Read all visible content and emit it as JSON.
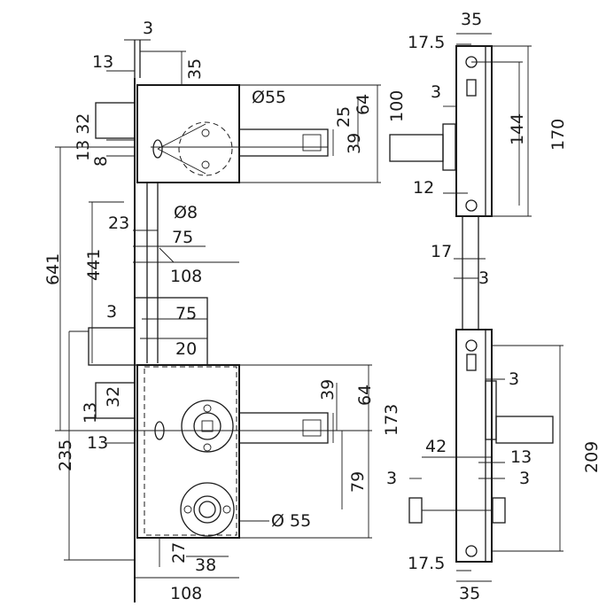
{
  "drawing": {
    "front_view": {
      "dims": {
        "d3_top": "3",
        "d13_top": "13",
        "d35_top": "35",
        "d13_32": "13 32",
        "d8": "8",
        "d641": "641",
        "d441": "441",
        "d23": "23",
        "d75_upper": "75",
        "d108_upper": "108",
        "d55_upper": "Ø55",
        "d8_hole": "Ø8",
        "d25": "25",
        "d64_upper": "64",
        "d100": "100",
        "d39_upper": "39",
        "d3_mid": "3",
        "d75_mid": "75",
        "d20": "20",
        "d13_lower": "13",
        "d32_lower": "32",
        "d13_lower2": "13",
        "d235": "235",
        "d39_lower": "39",
        "d64_lower": "64",
        "d173": "173",
        "d79": "79",
        "d55_lower": "Ø 55",
        "d27": "27",
        "d38": "38",
        "d108_lower": "108"
      }
    },
    "side_view": {
      "dims": {
        "d35_top": "35",
        "d17_5_top": "17.5",
        "d3_upper": "3",
        "d144": "144",
        "d170": "170",
        "d12": "12",
        "d17": "17",
        "d3_mid": "3",
        "d3_lower": "3",
        "d42": "42",
        "d13": "13",
        "d3_lower2": "3",
        "d3_left": "3",
        "d209": "209",
        "d17_5_bottom": "17.5",
        "d35_bottom": "35"
      }
    }
  }
}
